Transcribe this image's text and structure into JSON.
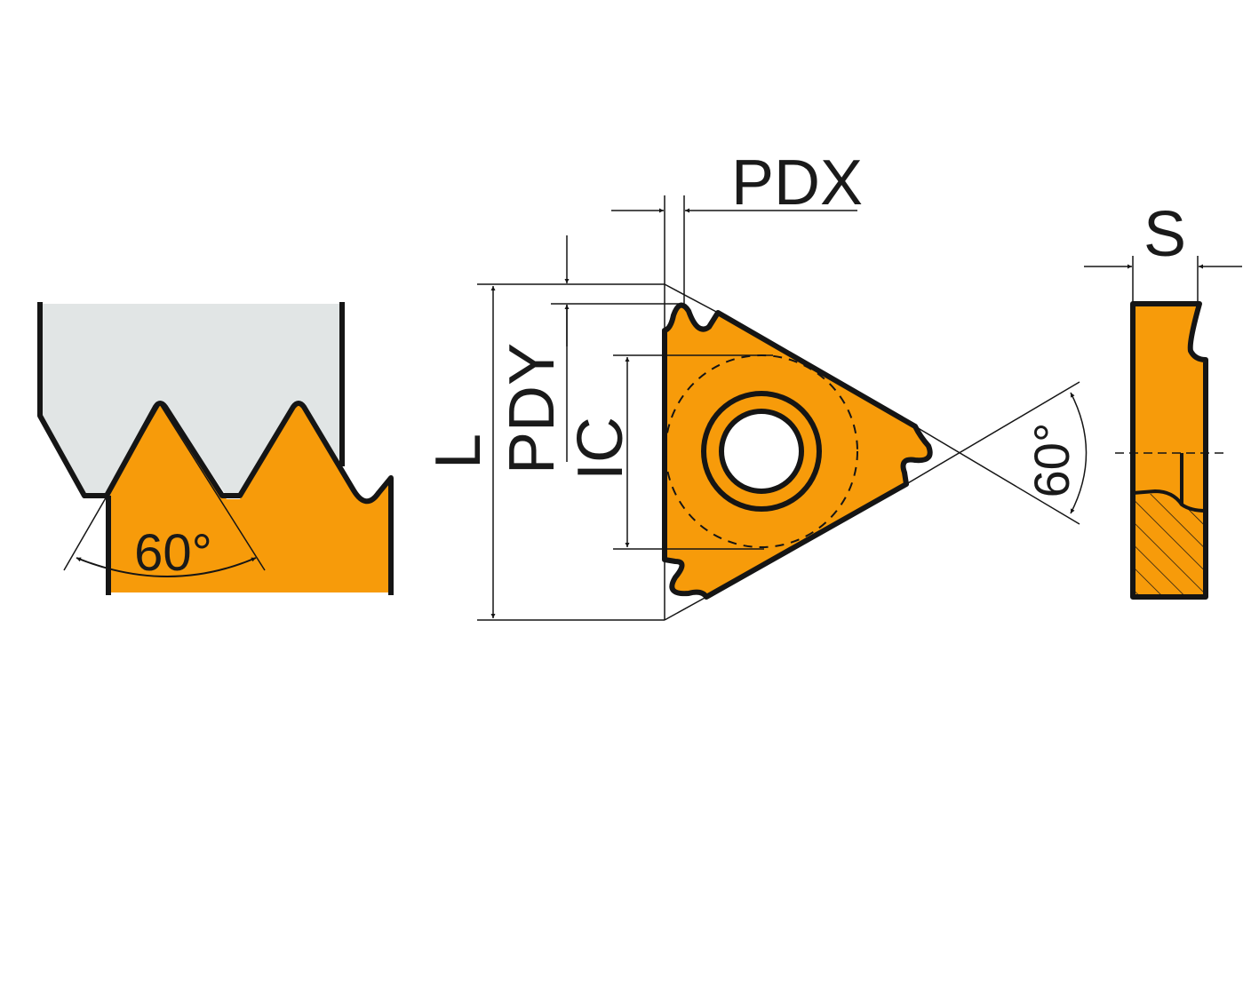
{
  "colors": {
    "insert": "#F79B0A",
    "workpiece": "#E1E5E5",
    "line": "#151515"
  },
  "labels": {
    "thread_angle": "60°",
    "pdx": "PDX",
    "pdy": "PDY",
    "l": "L",
    "ic": "IC",
    "tip_angle": "60°",
    "s": "S"
  }
}
